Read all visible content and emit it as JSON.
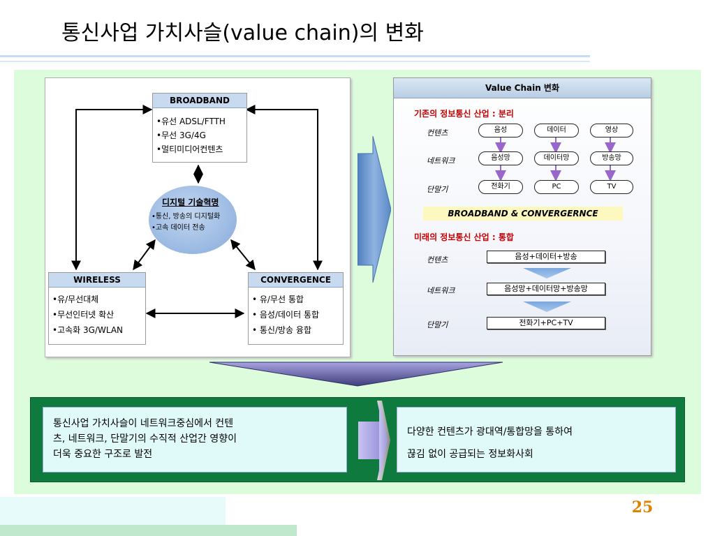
{
  "title": "통신사업 가치사슬(value chain)의 변화",
  "left_diagram": {
    "broadband": {
      "title": "BROADBAND",
      "lines": [
        "•유선 ADSL/FTTH",
        "•무선 3G/4G",
        "•멀티미디어컨텐츠"
      ]
    },
    "tech": {
      "title": "디지털 기술혁명",
      "lines": [
        "•통신, 방송의 디지털화",
        "•고속 데이터 전송"
      ]
    },
    "wireless": {
      "title": "WIRELESS",
      "lines": [
        "•유/무선대체",
        "•무선인터넷 확산",
        "•고속화 3G/WLAN"
      ]
    },
    "convergence": {
      "title": "CONVERGENCE",
      "lines": [
        "• 유/무선 통합",
        "• 음성/데이터 통합",
        "• 통신/방송 융합"
      ]
    }
  },
  "value_chain": {
    "header": "Value Chain 변화",
    "existing_title": "기존의 정보통신 산업 : 분리",
    "row_labels": [
      "컨텐츠",
      "네트워크",
      "단말기"
    ],
    "contents": [
      "음성",
      "데이터",
      "영상"
    ],
    "networks": [
      "음성망",
      "데이터망",
      "방송망"
    ],
    "devices": [
      "전화기",
      "PC",
      "TV"
    ],
    "middle_banner": "BROADBAND & CONVERGERNCE",
    "future_title": "미래의 정보통신 산업 : 통합",
    "future": [
      "음성+데이터+방송",
      "음성망+데이터망+방송망",
      "전화기+PC+TV"
    ]
  },
  "summary": {
    "left_lines": [
      "통신사업 가치사슬이  네트워크중심에서 컨텐",
      "츠,  네트워크, 단말기의 수직적 산업간 영향이",
      "더욱 중요한 구조로 발전"
    ],
    "right_lines": [
      "다양한 컨텐츠가 광대역/통합망을 통하여",
      "끊김 없이 공급되는 정보화사회"
    ]
  },
  "page_number": "25",
  "colors": {
    "panel_bg": "#dcfcdc",
    "summary_frame": "#0e7a3e",
    "accent_red": "#cc0000",
    "page_number": "#e08000"
  }
}
